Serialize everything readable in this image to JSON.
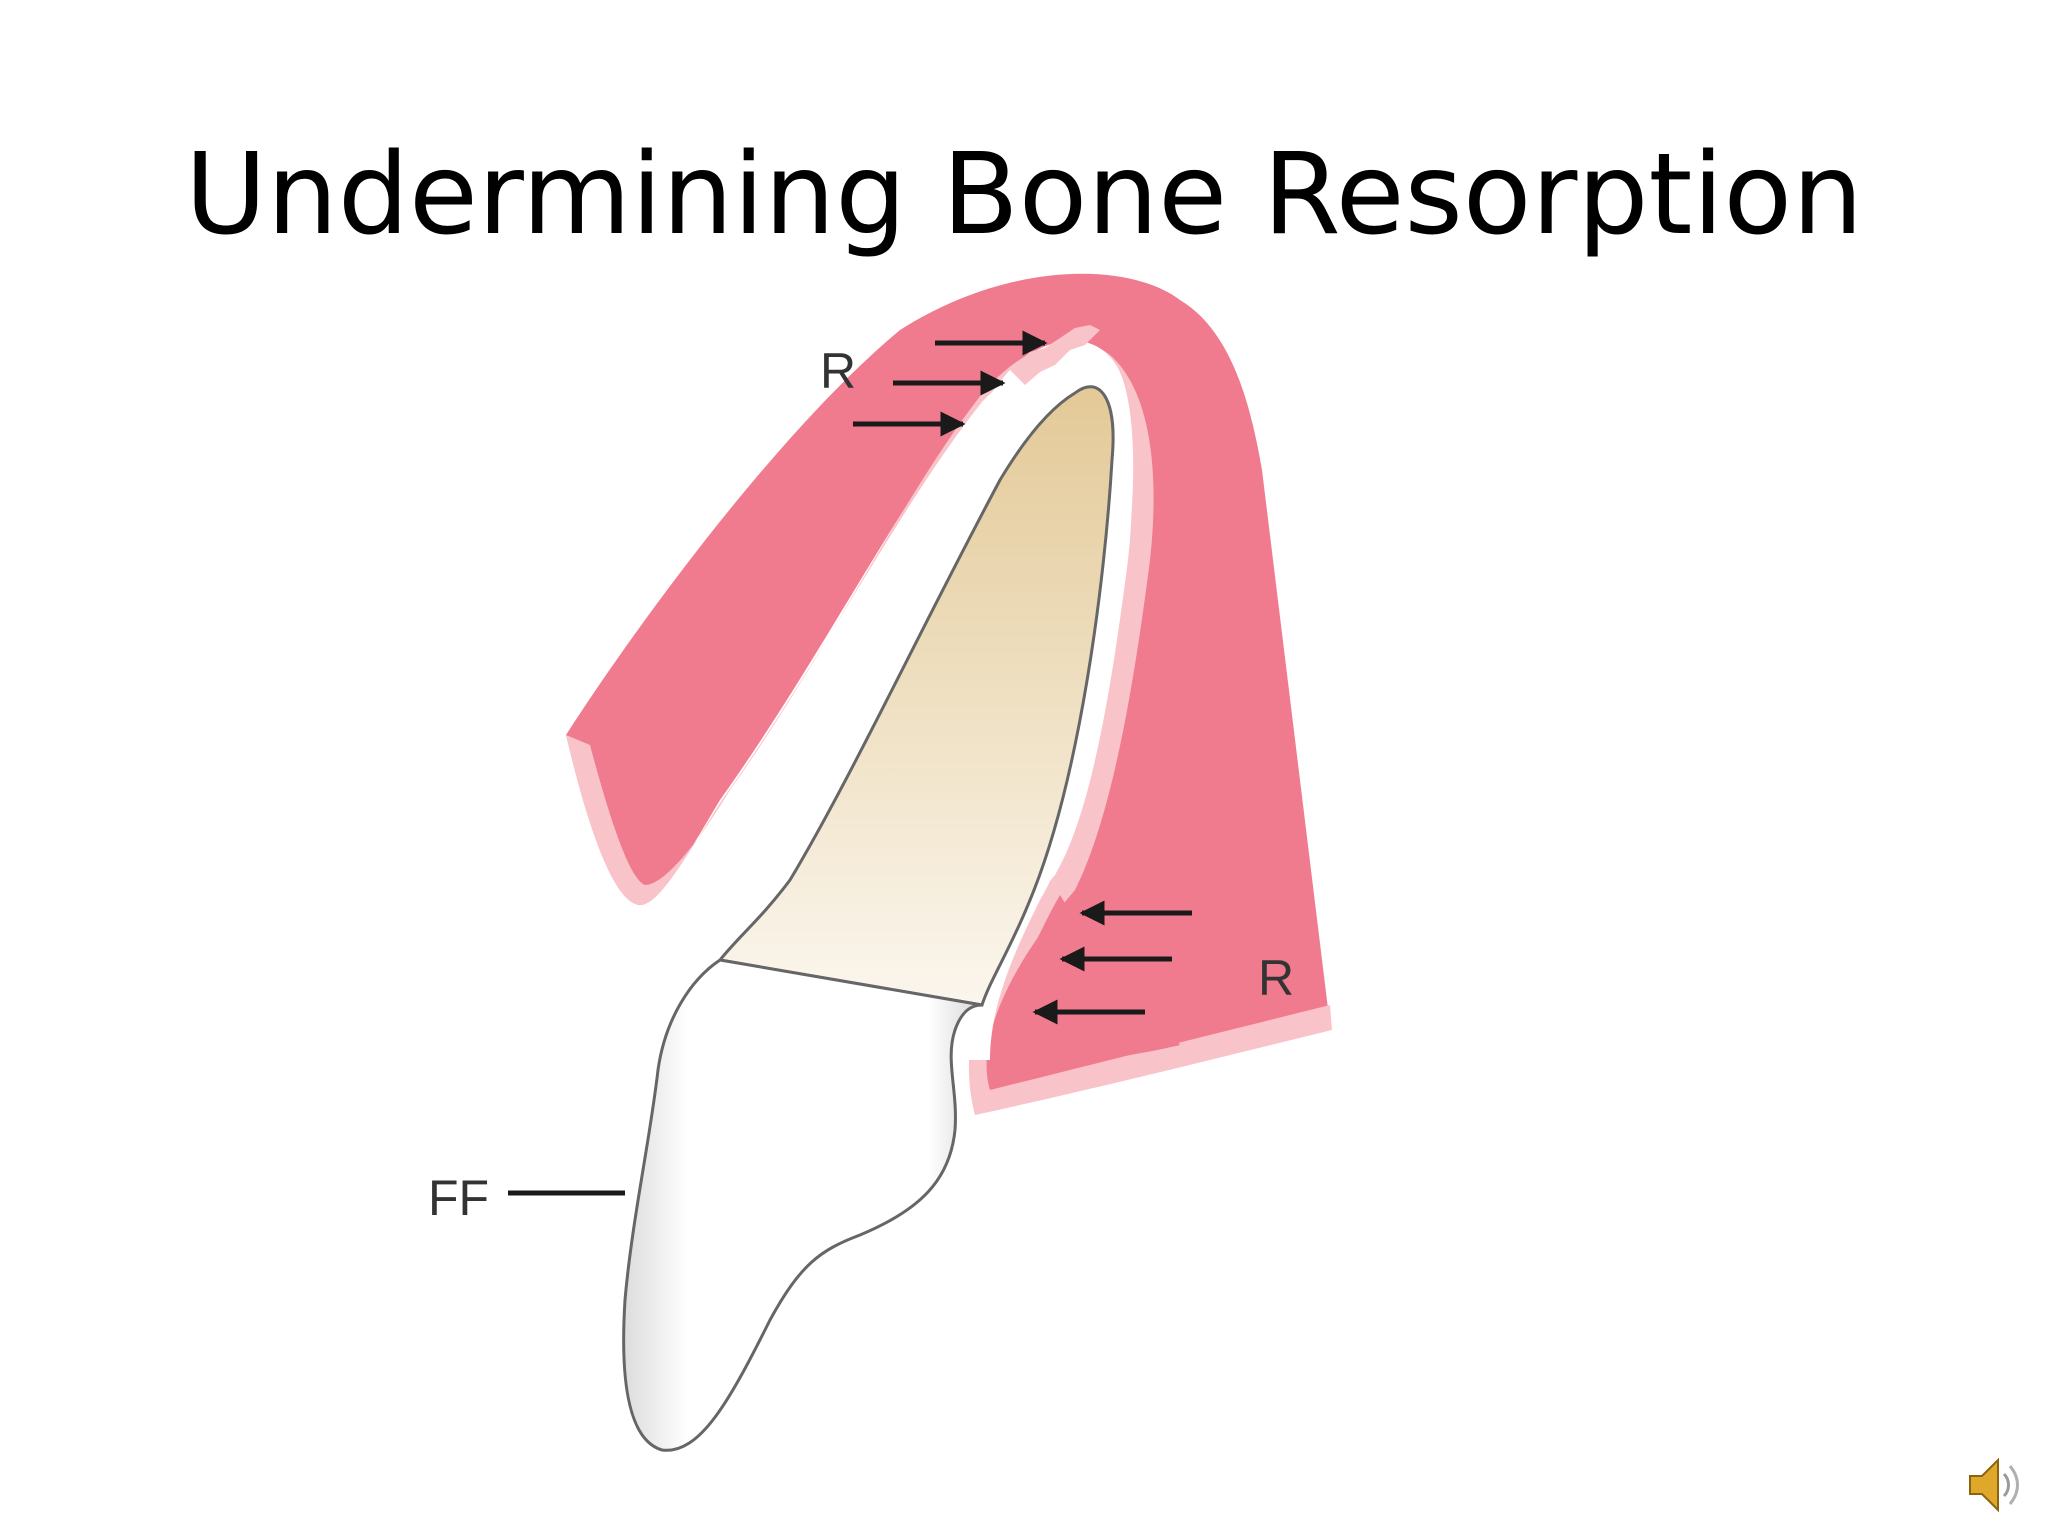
{
  "slide": {
    "title": "Undermining Bone Resorption"
  },
  "diagram": {
    "labels": {
      "resorption_upper": "R",
      "resorption_lower": "R",
      "fiber_label": "FF"
    }
  },
  "colors": {
    "bone": "#f07b8e",
    "bone_light": "#f9c3ca",
    "pdl": "#ffffff",
    "root_top": "#e6cfa2",
    "root_bottom": "#fbf6ee",
    "crown": "#ffffff",
    "outline": "#666666",
    "arrow": "#1a1a1a",
    "speaker": "#e0a82a"
  },
  "icons": {
    "speaker": "speaker-icon"
  }
}
